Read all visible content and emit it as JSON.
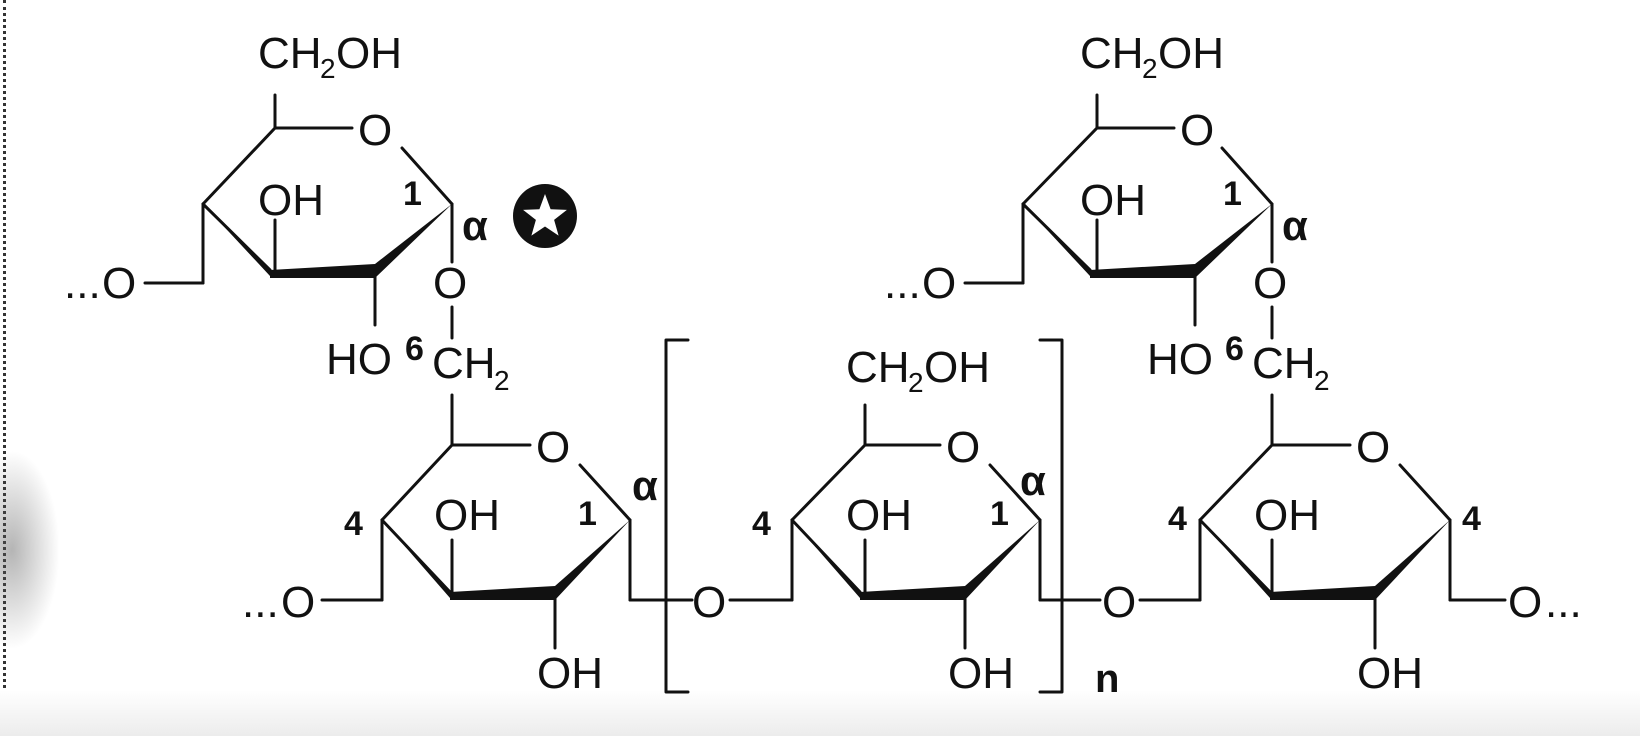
{
  "rings": {
    "top_left": {
      "ch2oh": "CH",
      "ch2oh_sub": "2",
      "ch2oh_tail": "OH",
      "ring_o": "O",
      "oh": "OH",
      "c1": "1",
      "alpha": "α",
      "ho": "HO",
      "c6": "6",
      "ch2": "CH",
      "ch2_sub": "2",
      "link_o": "O",
      "chain_o": "O",
      "dots": "..."
    },
    "top_right": {
      "ch2oh": "CH",
      "ch2oh_sub": "2",
      "ch2oh_tail": "OH",
      "ring_o": "O",
      "oh": "OH",
      "c1": "1",
      "alpha": "α",
      "ho": "HO",
      "c6": "6",
      "ch2": "CH",
      "ch2_sub": "2",
      "link_o": "O",
      "chain_o": "O",
      "dots": "..."
    },
    "bottom_left": {
      "ring_o": "O",
      "oh_top": "OH",
      "oh_bottom": "OH",
      "c1": "1",
      "c4": "4",
      "alpha": "α",
      "chain_o": "O",
      "dots": "..."
    },
    "bottom_middle": {
      "ch2oh": "CH",
      "ch2oh_sub": "2",
      "ch2oh_tail": "OH",
      "ring_o": "O",
      "oh_top": "OH",
      "oh_bottom": "OH",
      "c1": "1",
      "c4": "4",
      "alpha": "α",
      "link_o": "O"
    },
    "bottom_right": {
      "ring_o": "O",
      "oh_top": "OH",
      "oh_bottom": "OH",
      "c4_left": "4",
      "c4_right": "4",
      "link_o": "O",
      "chain_o": "O",
      "dots": "..."
    }
  },
  "repeat_subscript": "n",
  "marker_icon": "star-in-circle-icon",
  "colors": {
    "ink": "#111111",
    "background": "#ffffff"
  }
}
